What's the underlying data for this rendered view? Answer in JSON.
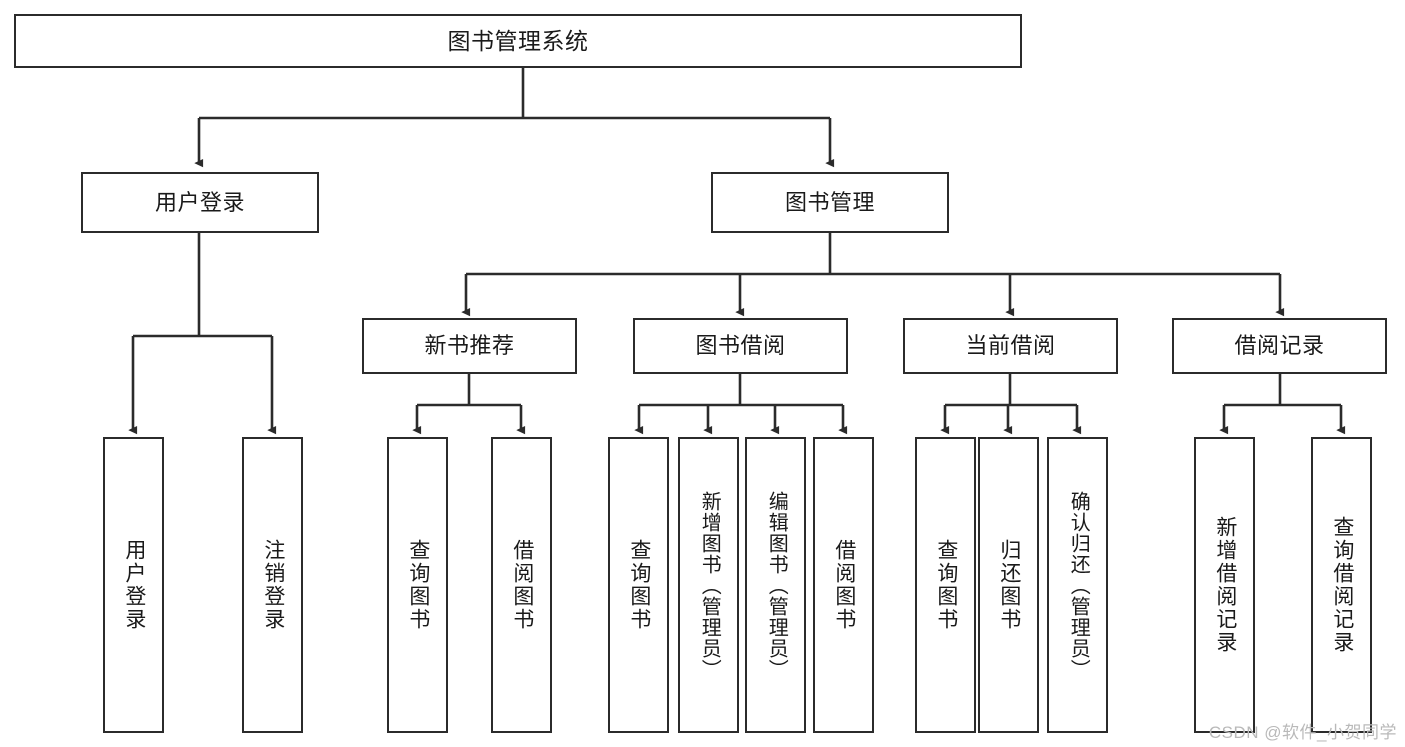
{
  "diagram": {
    "title": "图书管理系统",
    "watermark": "CSDN @软件_小贺同学",
    "stroke_color": "#2b2b2b",
    "fill_color": "#ffffff",
    "text_color": "#1a1a1a",
    "watermark_color": "#b9b9b9"
  },
  "nodes": {
    "root": {
      "label": "图书管理系统"
    },
    "level1": [
      {
        "label": "用户登录"
      },
      {
        "label": "图书管理"
      }
    ],
    "level2": [
      {
        "label": "新书推荐"
      },
      {
        "label": "图书借阅"
      },
      {
        "label": "当前借阅"
      },
      {
        "label": "借阅记录"
      }
    ],
    "leaves_user_login": [
      {
        "label": "用户登录"
      },
      {
        "label": "注销登录"
      }
    ],
    "leaves_new_books": [
      {
        "label": "查询图书"
      },
      {
        "label": "借阅图书"
      }
    ],
    "leaves_borrow": [
      {
        "label": "查询图书"
      },
      {
        "label": "新增图书（管理员）"
      },
      {
        "label": "编辑图书（管理员）"
      },
      {
        "label": "借阅图书"
      }
    ],
    "leaves_current": [
      {
        "label": "查询图书"
      },
      {
        "label": "归还图书"
      },
      {
        "label": "确认归还（管理员）"
      }
    ],
    "leaves_records": [
      {
        "label": "新增借阅记录"
      },
      {
        "label": "查询借阅记录"
      }
    ]
  }
}
